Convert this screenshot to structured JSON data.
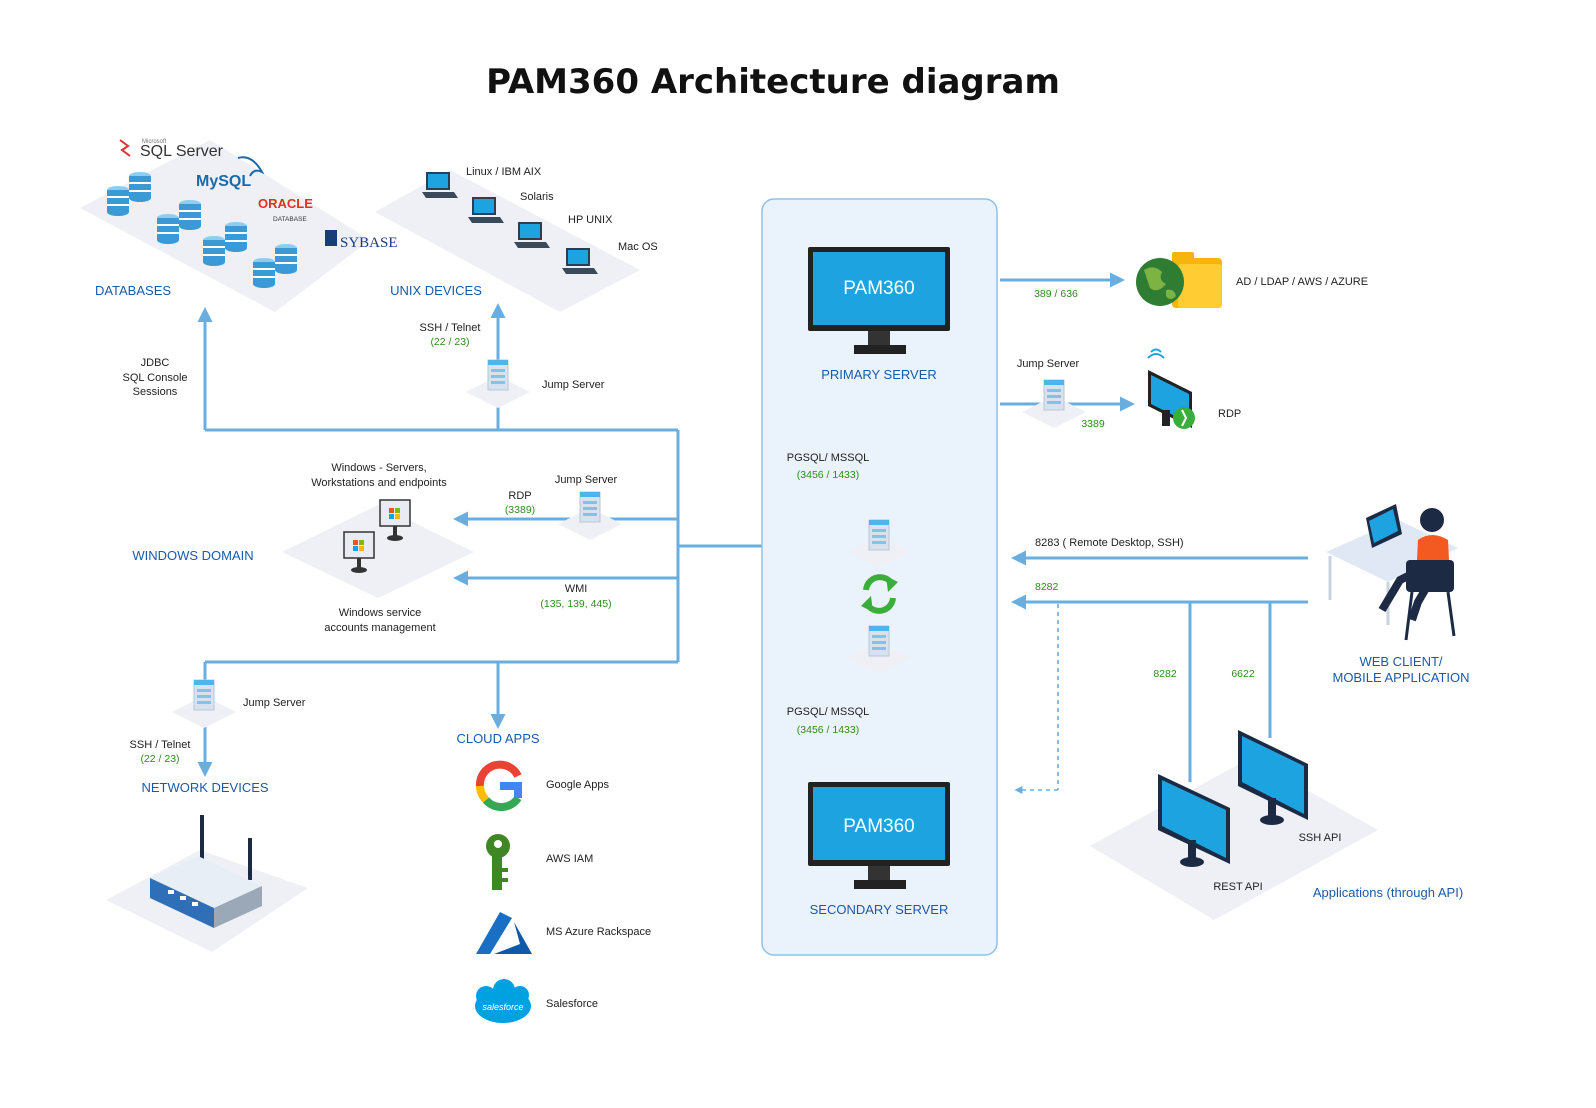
{
  "title": "PAM360 Architecture diagram",
  "colors": {
    "accent": "#1a5aa8",
    "line": "#6aaee0",
    "port": "#2e8b1e",
    "monitor": "#1ca3e0"
  },
  "groups": {
    "databases": "DATABASES",
    "unix_devices": "UNIX DEVICES",
    "windows_domain": "WINDOWS DOMAIN",
    "network_devices": "NETWORK DEVICES",
    "cloud_apps": "CLOUD APPS",
    "primary_server": "PRIMARY SERVER",
    "secondary_server": "SECONDARY SERVER",
    "web_client_1": "WEB CLIENT/",
    "web_client_2": "MOBILE APPLICATION",
    "applications_api": "Applications (through API)"
  },
  "db_brands": {
    "mssql_small": "Microsoft",
    "mssql": "SQL Server",
    "mysql": "MySQL",
    "oracle": "ORACLE",
    "oracle_sub": "DATABASE",
    "sybase": "SYBASE"
  },
  "unix_os": [
    "Linux / IBM AIX",
    "Solaris",
    "HP UNIX",
    "Mac OS"
  ],
  "monitor_text": "PAM360",
  "jump_server": "Jump Server",
  "labels": {
    "jdbc_1": "JDBC",
    "jdbc_2": "SQL Console",
    "jdbc_3": "Sessions",
    "ssh_telnet": "SSH / Telnet",
    "ssh_ports": "(22 / 23)",
    "win_servers_1": "Windows - Servers,",
    "win_servers_2": "Workstations and endpoints",
    "rdp": "RDP",
    "rdp_port": "(3389)",
    "wmi": "WMI",
    "wmi_ports": "(135, 139, 445)",
    "win_service_1": "Windows service",
    "win_service_2": "accounts management",
    "pgsql": "PGSQL/ MSSQL",
    "pgsql_ports": "(3456 / 1433)",
    "ldap_port": "389 / 636",
    "ad_ldap": "AD / LDAP / AWS / AZURE",
    "rdp_right": "RDP",
    "rdp_right_port": "3389",
    "port_8283": "8283 ( Remote Desktop, SSH)",
    "port_8282": "8282",
    "port_8282_b": "8282",
    "port_6622": "6622",
    "rest_api": "REST API",
    "ssh_api": "SSH API"
  },
  "cloud_apps": [
    "Google Apps",
    "AWS IAM",
    "MS Azure Rackspace",
    "Salesforce"
  ],
  "salesforce_logo": "salesforce"
}
